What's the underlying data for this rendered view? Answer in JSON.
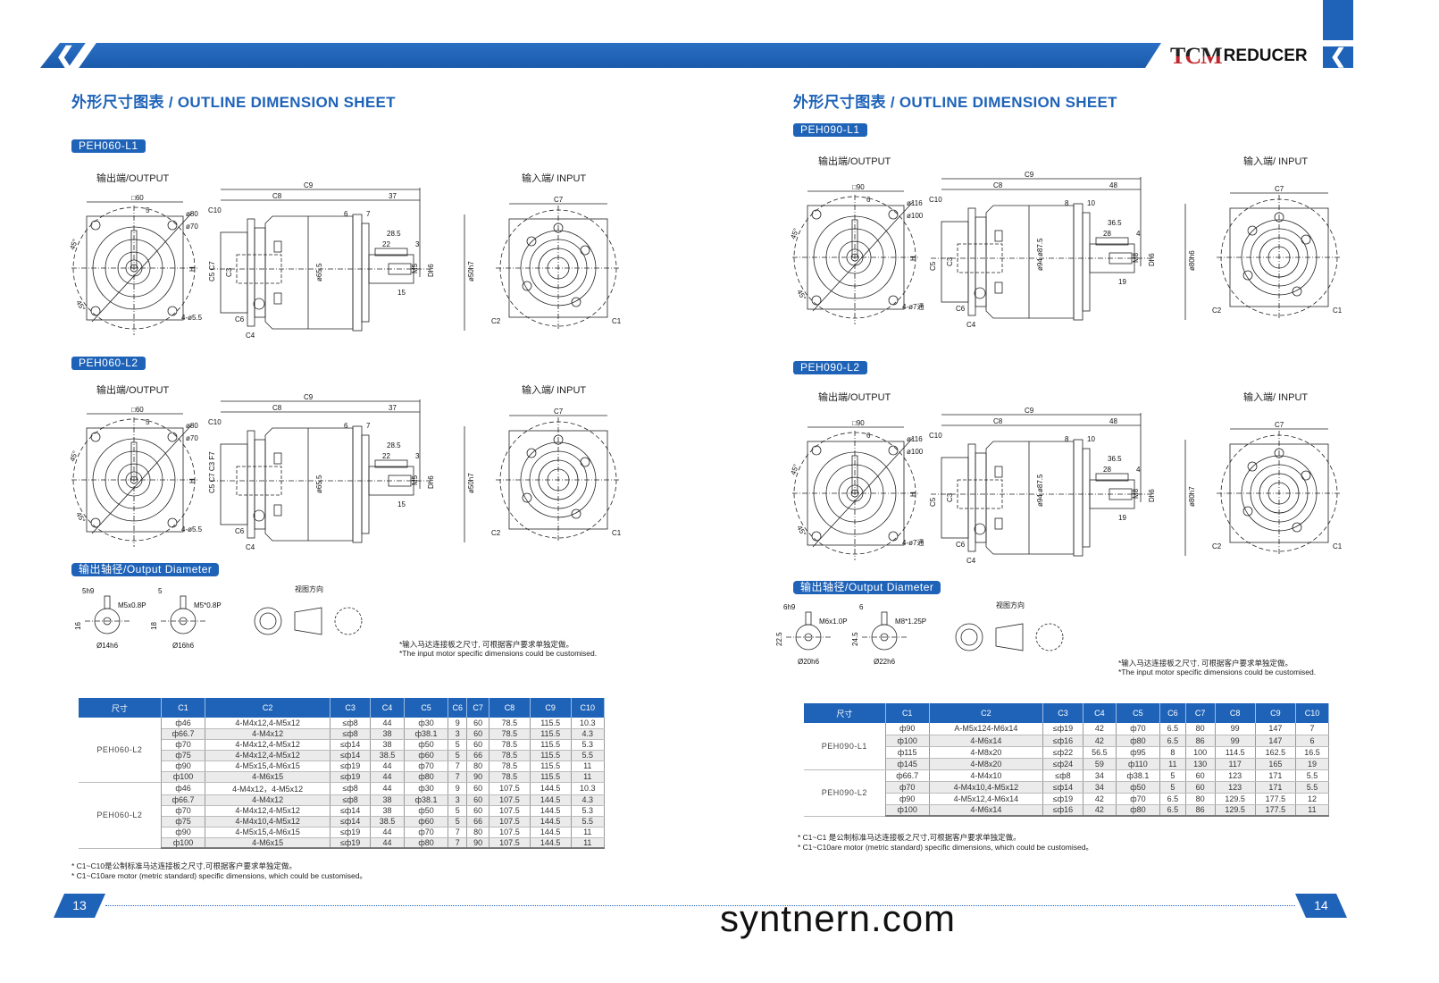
{
  "header": {
    "logo_tcm": "TCM",
    "logo_reducer": "REDUCER",
    "back_icon": "chevron-left-icon"
  },
  "colors": {
    "brand": "#1f63b8",
    "logo_red": "#c0262c"
  },
  "left": {
    "title": "外形尺寸图表 / OUTLINE DIMENSION SHEET",
    "sections": [
      {
        "badge": "PEH060-L1",
        "output_label": "输出端/OUTPUT",
        "input_label": "输入端/ INPUT",
        "dims": {
          "sq": "□60",
          "key_w": "5",
          "pcd": "ø80",
          "pilot": "ø70",
          "h": "H",
          "ang1": "45°",
          "ang2": "45°",
          "holes": "4-ø5.5",
          "c9": "C9",
          "c8": "C8",
          "len": "37",
          "c10": "C10",
          "a": "6",
          "b": "7",
          "shaft_len": "28.5",
          "key_len": "22",
          "key_off": "3",
          "c5": "C5 C7",
          "c3": "C3",
          "body_d": "ø65.5",
          "thread": "M5",
          "d": "Dh6",
          "pilot_d": "ø50h7",
          "key_pos": "15",
          "c6": "C6",
          "c4": "C4",
          "c7": "C7",
          "c2": "C2",
          "c1": "C1"
        }
      },
      {
        "badge": "PEH060-L2",
        "output_label": "输出端/OUTPUT",
        "input_label": "输入端/ INPUT",
        "dims": {
          "sq": "□60",
          "key_w": "5",
          "pcd": "ø80",
          "pilot": "ø70",
          "h": "H",
          "ang1": "45°",
          "ang2": "45°",
          "holes": "4-ø5.5",
          "c9": "C9",
          "c8": "C8",
          "len": "37",
          "c10": "C10",
          "a": "6",
          "b": "7",
          "shaft_len": "28.5",
          "key_len": "22",
          "key_off": "3",
          "c5": "C5 C7 C3 F7",
          "c3": "",
          "body_d": "ø65.5",
          "thread": "M5",
          "d": "Dh6",
          "pilot_d": "ø50h7",
          "key_pos": "15",
          "c6": "C6",
          "c4": "C4",
          "c7": "C7",
          "c2": "C2",
          "c1": "C1"
        }
      }
    ],
    "output_diameter": {
      "badge": "输出轴径/Output Diameter",
      "view_dir": "视图方向",
      "shaft1": {
        "w": "5h9",
        "h": "16",
        "d": "Ø14h6",
        "thread": "M5x0.8P"
      },
      "shaft2": {
        "w": "5",
        "h": "18",
        "d": "Ø16h6",
        "thread": "M5*0.8P"
      }
    },
    "note_cn": "*输入马达连接板之尺寸, 可根据客户要求单独定做。",
    "note_en": "*The input motor specific dimensions could be customised.",
    "table": {
      "headers": [
        "尺寸",
        "C1",
        "C2",
        "C3",
        "C4",
        "C5",
        "C6",
        "C7",
        "C8",
        "C9",
        "C10"
      ],
      "groups": [
        {
          "model": "PEH060-L2",
          "rows": [
            [
              "ф46",
              "4-M4x12,4-M5x12",
              "≤ф8",
              "44",
              "ф30",
              "9",
              "60",
              "78.5",
              "115.5",
              "10.3"
            ],
            [
              "ф66.7",
              "4-M4x12",
              "≤ф8",
              "38",
              "ф38.1",
              "3",
              "60",
              "78.5",
              "115.5",
              "4.3"
            ],
            [
              "ф70",
              "4-M4x12,4-M5x12",
              "≤ф14",
              "38",
              "ф50",
              "5",
              "60",
              "78.5",
              "115.5",
              "5.3"
            ],
            [
              "ф75",
              "4-M4x12,4-M5x12",
              "≤ф14",
              "38.5",
              "ф60",
              "5",
              "66",
              "78.5",
              "115.5",
              "5.5"
            ],
            [
              "ф90",
              "4-M5x15,4-M6x15",
              "≤ф19",
              "44",
              "ф70",
              "7",
              "80",
              "78.5",
              "115.5",
              "11"
            ],
            [
              "ф100",
              "4-M6x15",
              "≤ф19",
              "44",
              "ф80",
              "7",
              "90",
              "78.5",
              "115.5",
              "11"
            ]
          ]
        },
        {
          "model": "PEH060-L2",
          "rows": [
            [
              "ф46",
              "4-M4x12，4-M5x12",
              "≤ф8",
              "44",
              "ф30",
              "9",
              "60",
              "107.5",
              "144.5",
              "10.3"
            ],
            [
              "ф66.7",
              "4-M4x12",
              "≤ф8",
              "38",
              "ф38.1",
              "3",
              "60",
              "107.5",
              "144.5",
              "4.3"
            ],
            [
              "ф70",
              "4-M4x12,4-M5x12",
              "≤ф14",
              "38",
              "ф50",
              "5",
              "60",
              "107.5",
              "144.5",
              "5.3"
            ],
            [
              "ф75",
              "4-M4x10,4-M5x12",
              "≤ф14",
              "38.5",
              "ф60",
              "5",
              "66",
              "107.5",
              "144.5",
              "5.5"
            ],
            [
              "ф90",
              "4-M5x15,4-M6x15",
              "≤ф19",
              "44",
              "ф70",
              "7",
              "80",
              "107.5",
              "144.5",
              "11"
            ],
            [
              "ф100",
              "4-M6x15",
              "≤ф19",
              "44",
              "ф80",
              "7",
              "90",
              "107.5",
              "144.5",
              "11"
            ]
          ]
        }
      ]
    },
    "foot1": "* C1~C10是公制标准马达连接板之尺寸,可根据客户要求单独定做。",
    "foot2": "* C1~C10are motor (metric standard) specific dimensions, which could be customised。",
    "page": "13"
  },
  "right": {
    "title": "外形尺寸图表 / OUTLINE DIMENSION SHEET",
    "sections": [
      {
        "badge": "PEH090-L1",
        "output_label": "输出端/OUTPUT",
        "input_label": "输入端/ INPUT",
        "dims": {
          "sq": "□90",
          "key_w": "6",
          "pcd": "ø116",
          "pilot": "ø100",
          "h": "H",
          "ang1": "45°",
          "ang2": "45°",
          "holes": "4-ø7通",
          "c9": "C9",
          "c8": "C8",
          "len": "48",
          "c10": "C10",
          "a": "8",
          "b": "10",
          "shaft_len": "36.5",
          "key_len": "28",
          "key_off": "4",
          "c5": "C5",
          "c3": "C3",
          "body_d": "ø94  ø87.5",
          "thread": "M8",
          "d": "Dh6",
          "pilot_d": "ø80h6",
          "key_pos": "19",
          "c6": "C6",
          "c4": "C4",
          "c7": "C7",
          "c2": "C2",
          "c1": "C1"
        }
      },
      {
        "badge": "PEH090-L2",
        "output_label": "输出端/OUTPUT",
        "input_label": "输入端/ INPUT",
        "dims": {
          "sq": "□90",
          "key_w": "6",
          "pcd": "ø116",
          "pilot": "ø100",
          "h": "H",
          "ang1": "45°",
          "ang2": "45°",
          "holes": "4-ø7通",
          "c9": "C9",
          "c8": "C8",
          "len": "48",
          "c10": "C10",
          "a": "8",
          "b": "10",
          "shaft_len": "36.5",
          "key_len": "28",
          "key_off": "4",
          "c5": "C5",
          "c3": "C3",
          "body_d": "ø94  ø87.5",
          "thread": "M8",
          "d": "Dh6",
          "pilot_d": "ø80h7",
          "key_pos": "19",
          "c6": "C6",
          "c4": "C4",
          "c7": "C7",
          "c2": "C2",
          "c1": "C1"
        }
      }
    ],
    "output_diameter": {
      "badge": "输出轴径/Output Diameter",
      "view_dir": "视图方向",
      "shaft1": {
        "w": "6h9",
        "h": "22.5",
        "d": "Ø20h6",
        "thread": "M6x1.0P"
      },
      "shaft2": {
        "w": "6",
        "h": "24.5",
        "d": "Ø22h6",
        "thread": "M8*1.25P"
      }
    },
    "note_cn": "*输入马达连接板之尺寸, 可根据客户要求单独定做。",
    "note_en": "*The input motor specific dimensions could be customised.",
    "table": {
      "headers": [
        "尺寸",
        "C1",
        "C2",
        "C3",
        "C4",
        "C5",
        "C6",
        "C7",
        "C8",
        "C9",
        "C10"
      ],
      "groups": [
        {
          "model": "PEH090-L1",
          "rows": [
            [
              "ф90",
              "A-M5x124-M6x14",
              "≤ф19",
              "42",
              "ф70",
              "6.5",
              "80",
              "99",
              "147",
              "7"
            ],
            [
              "ф100",
              "4-M6x14",
              "≤ф16",
              "42",
              "ф80",
              "6.5",
              "86",
              "99",
              "147",
              "6"
            ],
            [
              "ф115",
              "4-M8x20",
              "≤ф22",
              "56.5",
              "ф95",
              "8",
              "100",
              "114.5",
              "162.5",
              "16.5"
            ],
            [
              "ф145",
              "4-M8x20",
              "≤ф24",
              "59",
              "ф110",
              "11",
              "130",
              "117",
              "165",
              "19"
            ]
          ]
        },
        {
          "model": "PEH090-L2",
          "rows": [
            [
              "ф66.7",
              "4-M4x10",
              "≤ф8",
              "34",
              "ф38.1",
              "5",
              "60",
              "123",
              "171",
              "5.5"
            ],
            [
              "ф70",
              "4-M4x10,4-M5x12",
              "≤ф14",
              "34",
              "ф50",
              "5",
              "60",
              "123",
              "171",
              "5.5"
            ],
            [
              "ф90",
              "4-M5x12,4-M6x14",
              "≤ф19",
              "42",
              "ф70",
              "6.5",
              "80",
              "129.5",
              "177.5",
              "12"
            ],
            [
              "ф100",
              "4-M6x14",
              "≤ф16",
              "42",
              "ф80",
              "6.5",
              "86",
              "129.5",
              "177.5",
              "11"
            ]
          ]
        }
      ]
    },
    "foot1": "* C1~C1  是公制标准马达连接板之尺寸,可根据客户要求单独定做。",
    "foot2": "* C1~C10are motor (metric standard) specific dimensions, which could be customised。",
    "page": "14"
  },
  "watermark": "syntnern.com"
}
